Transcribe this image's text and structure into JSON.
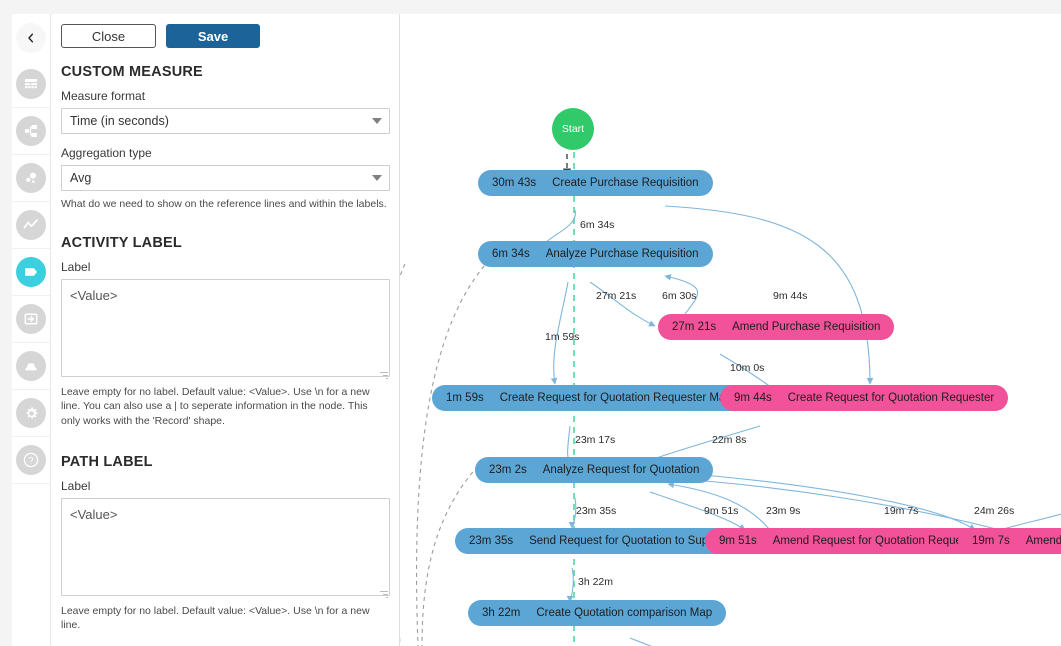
{
  "rail": {
    "items": [
      {
        "icon": "chevron-left-icon",
        "name": "collapse-panel-button",
        "active": false,
        "collapse": true
      },
      {
        "icon": "table-icon",
        "name": "rail-item-table",
        "active": false
      },
      {
        "icon": "hierarchy-icon",
        "name": "rail-item-process-map",
        "active": false
      },
      {
        "icon": "bubble-chart-icon",
        "name": "rail-item-bubble-chart",
        "active": false
      },
      {
        "icon": "line-chart-icon",
        "name": "rail-item-line-chart",
        "active": false
      },
      {
        "icon": "tag-icon",
        "name": "rail-item-labels",
        "active": true
      },
      {
        "icon": "import-icon",
        "name": "rail-item-import",
        "active": false
      },
      {
        "icon": "database-icon",
        "name": "rail-item-data",
        "active": false
      },
      {
        "icon": "gear-icon",
        "name": "rail-item-settings",
        "active": false
      },
      {
        "icon": "help-icon",
        "name": "rail-item-help",
        "active": false
      }
    ]
  },
  "panel": {
    "close_label": "Close",
    "save_label": "Save",
    "custom_measure": {
      "title": "CUSTOM MEASURE",
      "measure_format_label": "Measure format",
      "measure_format_value": "Time (in seconds)",
      "aggregation_label": "Aggregation type",
      "aggregation_value": "Avg",
      "hint": "What do we need to show on the reference lines and within the labels."
    },
    "activity_label": {
      "title": "ACTIVITY LABEL",
      "field_label": "Label",
      "value": "<Value>",
      "placeholder": "<Value>",
      "hint": "Leave empty for no label. Default value: <Value>. Use \\n for a new line. You can also use a | to seperate information in the node. This only works with the 'Record' shape."
    },
    "path_label": {
      "title": "PATH LABEL",
      "field_label": "Label",
      "value": "<Value>",
      "placeholder": "<Value>",
      "hint": "Leave empty for no label. Default value: <Value>. Use \\n for a new line."
    }
  },
  "diagram": {
    "start_label": "Start",
    "nodes": [
      {
        "id": "n1",
        "duration": "30m 43s",
        "name": "Create Purchase Requisition",
        "color": "blue"
      },
      {
        "id": "n2",
        "duration": "6m 34s",
        "name": "Analyze Purchase Requisition",
        "color": "blue"
      },
      {
        "id": "n3",
        "duration": "27m 21s",
        "name": "Amend Purchase Requisition",
        "color": "pink"
      },
      {
        "id": "n4",
        "duration": "1m 59s",
        "name": "Create Request for Quotation Requester Manager",
        "color": "blue"
      },
      {
        "id": "n5",
        "duration": "9m 44s",
        "name": "Create Request for Quotation Requester",
        "color": "pink"
      },
      {
        "id": "n6",
        "duration": "23m 2s",
        "name": "Analyze Request for Quotation",
        "color": "blue"
      },
      {
        "id": "n7",
        "duration": "23m 35s",
        "name": "Send Request for Quotation to Supplier",
        "color": "blue"
      },
      {
        "id": "n8",
        "duration": "9m 51s",
        "name": "Amend Request for Quotation Requester",
        "color": "pink"
      },
      {
        "id": "n9",
        "duration": "19m 7s",
        "name": "Amend Req",
        "color": "pink"
      },
      {
        "id": "n10",
        "duration": "3h 22m",
        "name": "Create Quotation comparison Map",
        "color": "blue"
      }
    ],
    "edge_labels": [
      "6m 34s",
      "27m 21s",
      "6m 30s",
      "9m 44s",
      "1m 59s",
      "10m 0s",
      "23m 17s",
      "22m 8s",
      "23m 35s",
      "9m 51s",
      "23m 9s",
      "19m 7s",
      "24m 26s",
      "3h 22m"
    ]
  }
}
